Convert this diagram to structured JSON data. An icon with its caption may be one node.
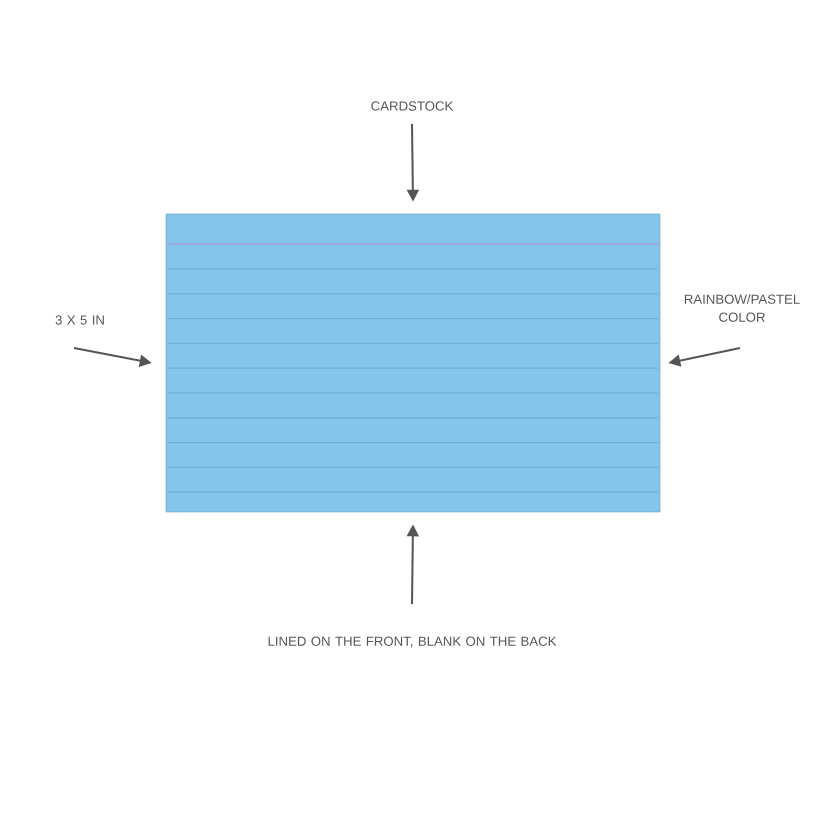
{
  "diagram": {
    "nodes": [
      {
        "text": [],
        "shape": "box"
      },
      {
        "text": [
          "CARDSTOCK"
        ]
      },
      {
        "text": [
          "3 X 5 IN"
        ]
      },
      {
        "text": [
          "RAINBOW/PASTEL COLOR"
        ]
      },
      {
        "text": [
          "LINED ON THE FRONT, BLANK ON THE BACK"
        ]
      }
    ],
    "edges": [
      {
        "from": 1,
        "to": 0,
        "arrow": "to"
      },
      {
        "from": 2,
        "to": 0,
        "arrow": "to"
      },
      {
        "from": 3,
        "to": 0,
        "arrow": "to"
      },
      {
        "from": 4,
        "to": 0,
        "arrow": "to"
      }
    ]
  }
}
